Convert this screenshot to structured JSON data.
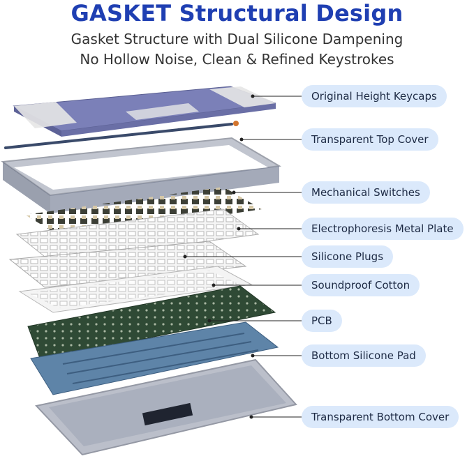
{
  "header": {
    "title": "GASKET Structural Design",
    "subtitle_line1": "Gasket Structure with Dual Silicone Dampening",
    "subtitle_line2": "No Hollow Noise, Clean & Refined Keystrokes"
  },
  "labels": [
    {
      "id": "keycaps",
      "text": "Original Height Keycaps"
    },
    {
      "id": "top-cover",
      "text": "Transparent Top Cover"
    },
    {
      "id": "switches",
      "text": "Mechanical Switches"
    },
    {
      "id": "plate",
      "text": "Electrophoresis Metal Plate"
    },
    {
      "id": "plugs",
      "text": "Silicone Plugs"
    },
    {
      "id": "cotton",
      "text": "Soundproof Cotton"
    },
    {
      "id": "pcb",
      "text": "PCB"
    },
    {
      "id": "silicone-pad",
      "text": "Bottom Silicone Pad"
    },
    {
      "id": "bottom-cover",
      "text": "Transparent Bottom Cover"
    }
  ],
  "colors": {
    "title": "#1f3fb2",
    "callout_bg": "#dbe9fb",
    "keycap_purple": "#7b80b8",
    "keycap_white": "#e6e6e6",
    "pcb_green": "#2f4a35",
    "pad_blue": "#5e84a8",
    "case_grey": "#8f96a8"
  }
}
